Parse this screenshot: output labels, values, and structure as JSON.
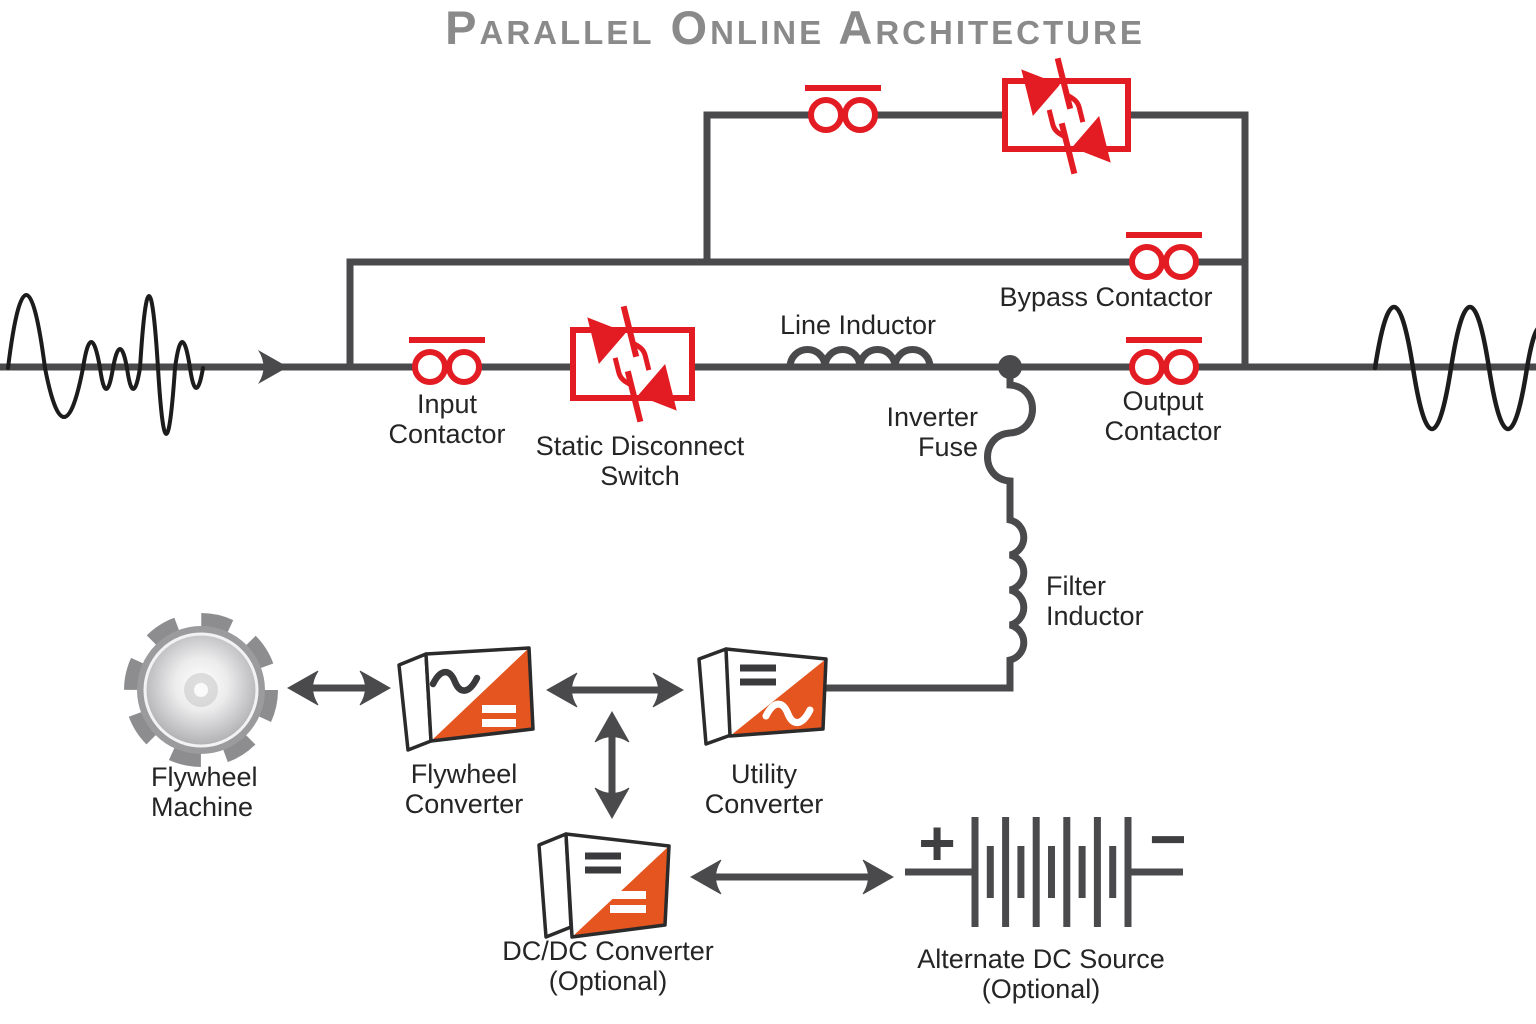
{
  "title": "Parallel Online Architecture",
  "colors": {
    "wire": "#4a4a4c",
    "symbol_red": "#e31b23",
    "converter_orange": "#e4551f",
    "label_text": "#252525",
    "title_gray": "#8a8a8a"
  },
  "labels": {
    "input_contactor": [
      "Input",
      "Contactor"
    ],
    "static_disconnect_switch": [
      "Static Disconnect",
      "Switch"
    ],
    "line_inductor": "Line Inductor",
    "inverter_fuse": [
      "Inverter",
      "Fuse"
    ],
    "bypass_contactor": "Bypass Contactor",
    "output_contactor": [
      "Output",
      "Contactor"
    ],
    "filter_inductor": [
      "Filter",
      "Inductor"
    ],
    "flywheel_machine": [
      "Flywheel",
      "Machine"
    ],
    "flywheel_converter": [
      "Flywheel",
      "Converter"
    ],
    "utility_converter": [
      "Utility",
      "Converter"
    ],
    "dcdc_converter": [
      "DC/DC Converter",
      "(Optional)"
    ],
    "alternate_dc_source": [
      "Alternate DC Source",
      "(Optional)"
    ],
    "battery_plus": "+",
    "battery_minus": "−"
  }
}
